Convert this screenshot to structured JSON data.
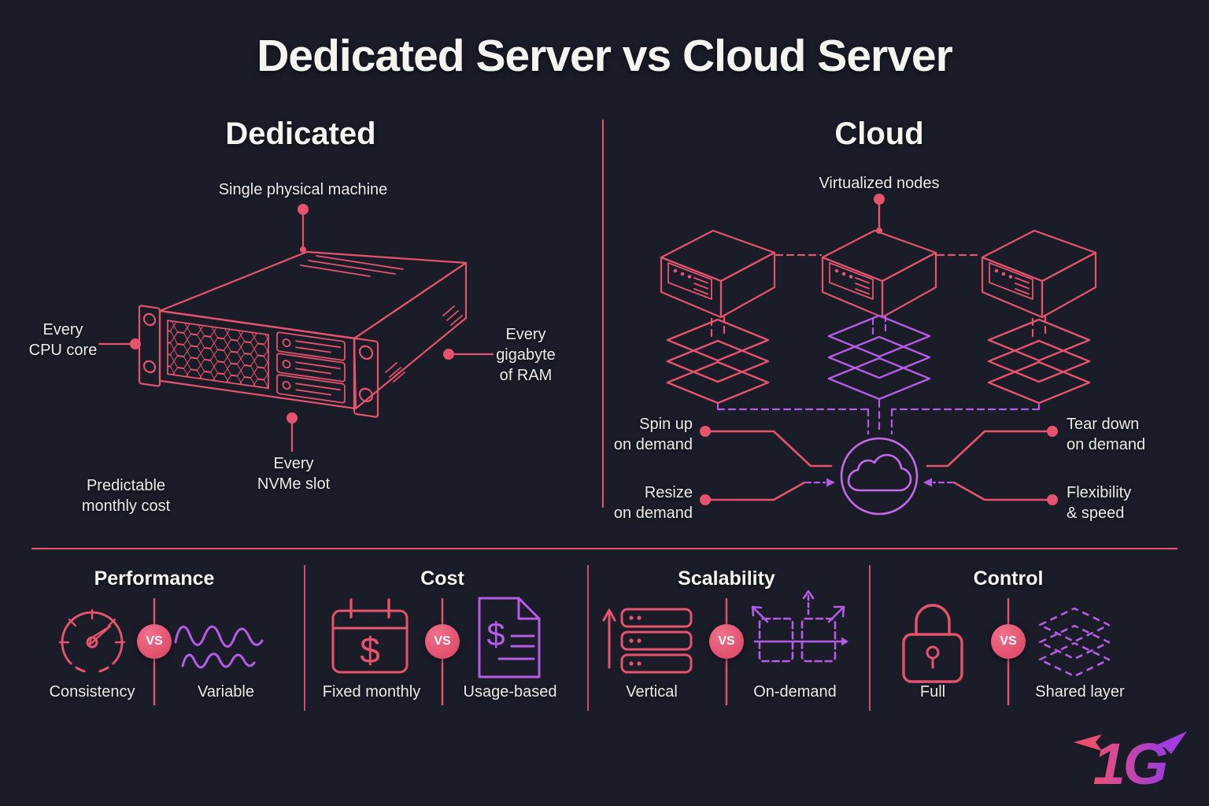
{
  "title": "Dedicated Server vs Cloud Server",
  "colors": {
    "background": "#1a1d28",
    "pink_accent": "#e5536e",
    "purple_accent": "#b55ce6",
    "cloud_purple": "#c46ae9",
    "text_white": "#f2f0ec",
    "vs_badge_fill": "#e25672",
    "logo_gradient_start": "#ee4f73",
    "logo_gradient_end": "#9d3be0"
  },
  "dedicated": {
    "heading": "Dedicated",
    "illustration": "isometric-rack-server",
    "label_machine": "Single physical machine",
    "label_cpu": "Every\nCPU core",
    "label_ram": "Every\ngigabyte\nof RAM",
    "label_nvme": "Every\nNVMe slot",
    "label_cost": "Predictable\nmonthly cost"
  },
  "cloud": {
    "heading": "Cloud",
    "illustration": "virtualized-nodes-cluster",
    "label_nodes": "Virtualized nodes",
    "label_spin_up": "Spin up\non demand",
    "label_resize": "Resize\non demand",
    "label_tear_down": "Tear down\non demand",
    "label_flexibility": "Flexibility\n& speed"
  },
  "comparison": {
    "vs_label": "VS",
    "sections": [
      {
        "heading": "Performance",
        "left": {
          "label": "Consistency",
          "icon": "gauge-icon"
        },
        "right": {
          "label": "Variable",
          "icon": "waves-icon"
        }
      },
      {
        "heading": "Cost",
        "left": {
          "label": "Fixed monthly",
          "icon": "calendar-dollar-icon"
        },
        "right": {
          "label": "Usage-based",
          "icon": "invoice-icon"
        }
      },
      {
        "heading": "Scalability",
        "left": {
          "label": "Vertical",
          "icon": "server-stack-arrow-icon"
        },
        "right": {
          "label": "On-demand",
          "icon": "expand-grid-icon"
        }
      },
      {
        "heading": "Control",
        "left": {
          "label": "Full",
          "icon": "padlock-icon"
        },
        "right": {
          "label": "Shared layer",
          "icon": "dashed-layers-icon"
        }
      }
    ]
  },
  "symbols": {
    "dollar": "$"
  },
  "logo": {
    "text": "1G"
  }
}
